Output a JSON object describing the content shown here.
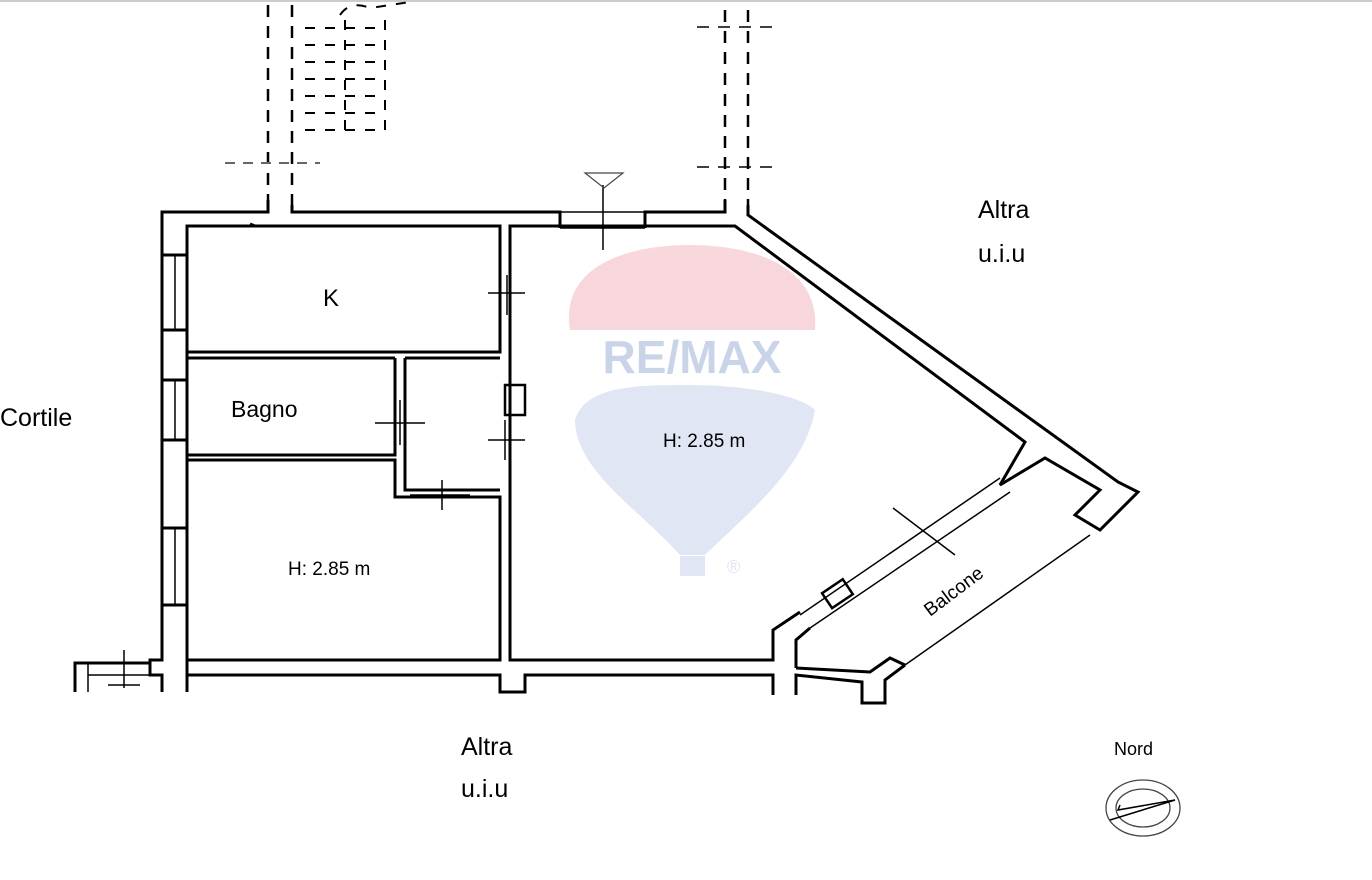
{
  "labels": {
    "altra_top": [
      "Altra",
      "u.i.u"
    ],
    "altra_bottom": [
      "Altra",
      "u.i.u"
    ],
    "cortile": "Cortile",
    "kitchen": "K",
    "bathroom": "Bagno",
    "height_left": "H: 2.85 m",
    "height_right": "H: 2.85 m",
    "balcony": "Balcone",
    "north": "Nord"
  },
  "watermark": {
    "brand": "RE/MAX",
    "mark": "®"
  },
  "colors": {
    "watermark_red": "#e8a0a8",
    "watermark_blue": "#b8c6e0",
    "line": "#000000"
  }
}
